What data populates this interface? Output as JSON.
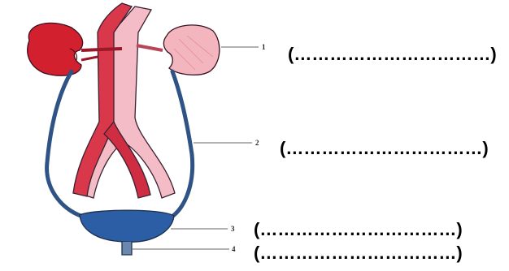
{
  "labels": [
    {
      "number": "1",
      "blank": "(……………………………)"
    },
    {
      "number": "2",
      "blank": "(……………………………)"
    },
    {
      "number": "3",
      "blank": "(……………………………)"
    },
    {
      "number": "4",
      "blank": "(……………………………)"
    }
  ],
  "colors": {
    "kidney_left": "#d2202f",
    "kidney_right": "#f3b6bf",
    "artery": "#d9374a",
    "vein": "#f4bcc6",
    "ureter": "#2f5384",
    "bladder": "#2c5ea6",
    "outline": "#3a2030"
  }
}
